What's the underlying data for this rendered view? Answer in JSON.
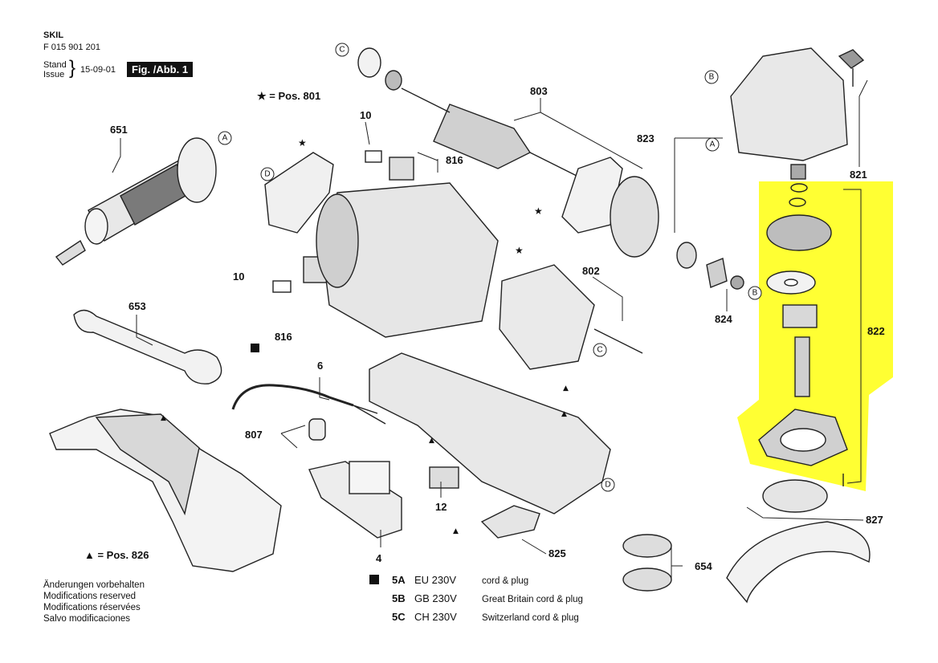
{
  "header": {
    "brand": "SKIL",
    "part_number": "F 015 901 201",
    "stand_label": "Stand",
    "issue_label": "Issue",
    "date": "15-09-01",
    "figure": "Fig. /Abb. 1"
  },
  "star_note": "★ = Pos. 801",
  "triangle_note": "▲ = Pos. 826",
  "notes": [
    "Änderungen vorbehalten",
    "Modifications reserved",
    "Modifications réservées",
    "Salvo modificaciones"
  ],
  "legend": [
    {
      "code": "5A",
      "voltage": "EU 230V",
      "desc": "cord & plug"
    },
    {
      "code": "5B",
      "voltage": "GB 230V",
      "desc": "Great Britain cord & plug"
    },
    {
      "code": "5C",
      "voltage": "CH 230V",
      "desc": "Switzerland cord & plug"
    }
  ],
  "part_labels": {
    "p651": "651",
    "p653": "653",
    "p10a": "10",
    "p10b": "10",
    "p816a": "816",
    "p816b": "816",
    "p803": "803",
    "p802": "802",
    "p6": "6",
    "p807": "807",
    "p12": "12",
    "p4": "4",
    "p825": "825",
    "p654": "654",
    "p823": "823",
    "p821": "821",
    "p822": "822",
    "p824": "824",
    "p827": "827"
  },
  "ref_circles": {
    "a": "A",
    "b": "B",
    "c": "C",
    "d": "D"
  },
  "highlight_color": "#ffff33"
}
